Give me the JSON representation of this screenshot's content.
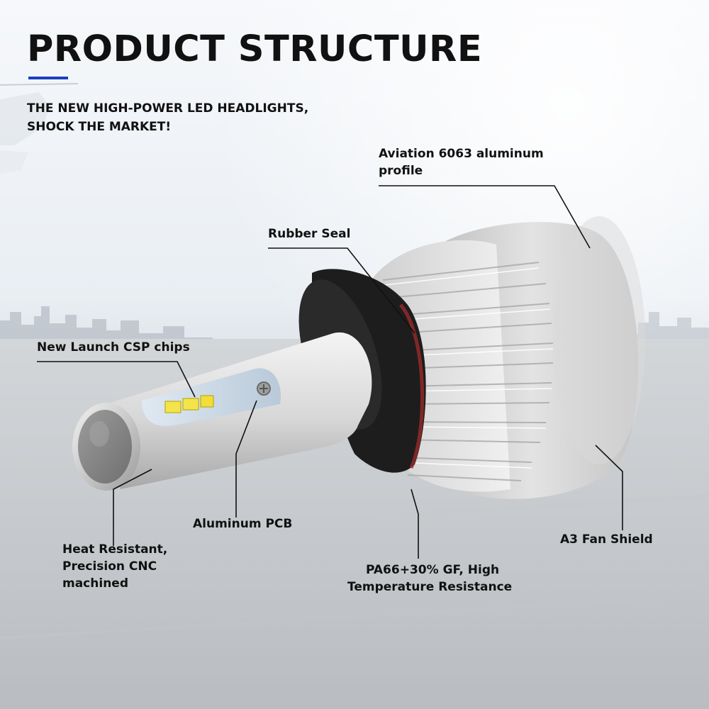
{
  "header": {
    "title": "PRODUCT STRUCTURE",
    "subtitle_line1": "THE NEW HIGH-POWER LED HEADLIGHTS,",
    "subtitle_line2": "SHOCK THE MARKET!"
  },
  "labels": {
    "aviation_line1": "Aviation 6063 aluminum",
    "aviation_line2": "profile",
    "rubber_seal": "Rubber Seal",
    "csp_chips": "New Launch CSP chips",
    "aluminum_pcb": "Aluminum PCB",
    "heat_line1": "Heat Resistant,",
    "heat_line2": "Precision CNC",
    "heat_line3": "machined",
    "pa66_line1": "PA66+30% GF, High",
    "pa66_line2": "Temperature Resistance",
    "fan_shield": "A3 Fan Shield"
  },
  "colors": {
    "accent": "#1a3fbf",
    "text": "#111111"
  }
}
